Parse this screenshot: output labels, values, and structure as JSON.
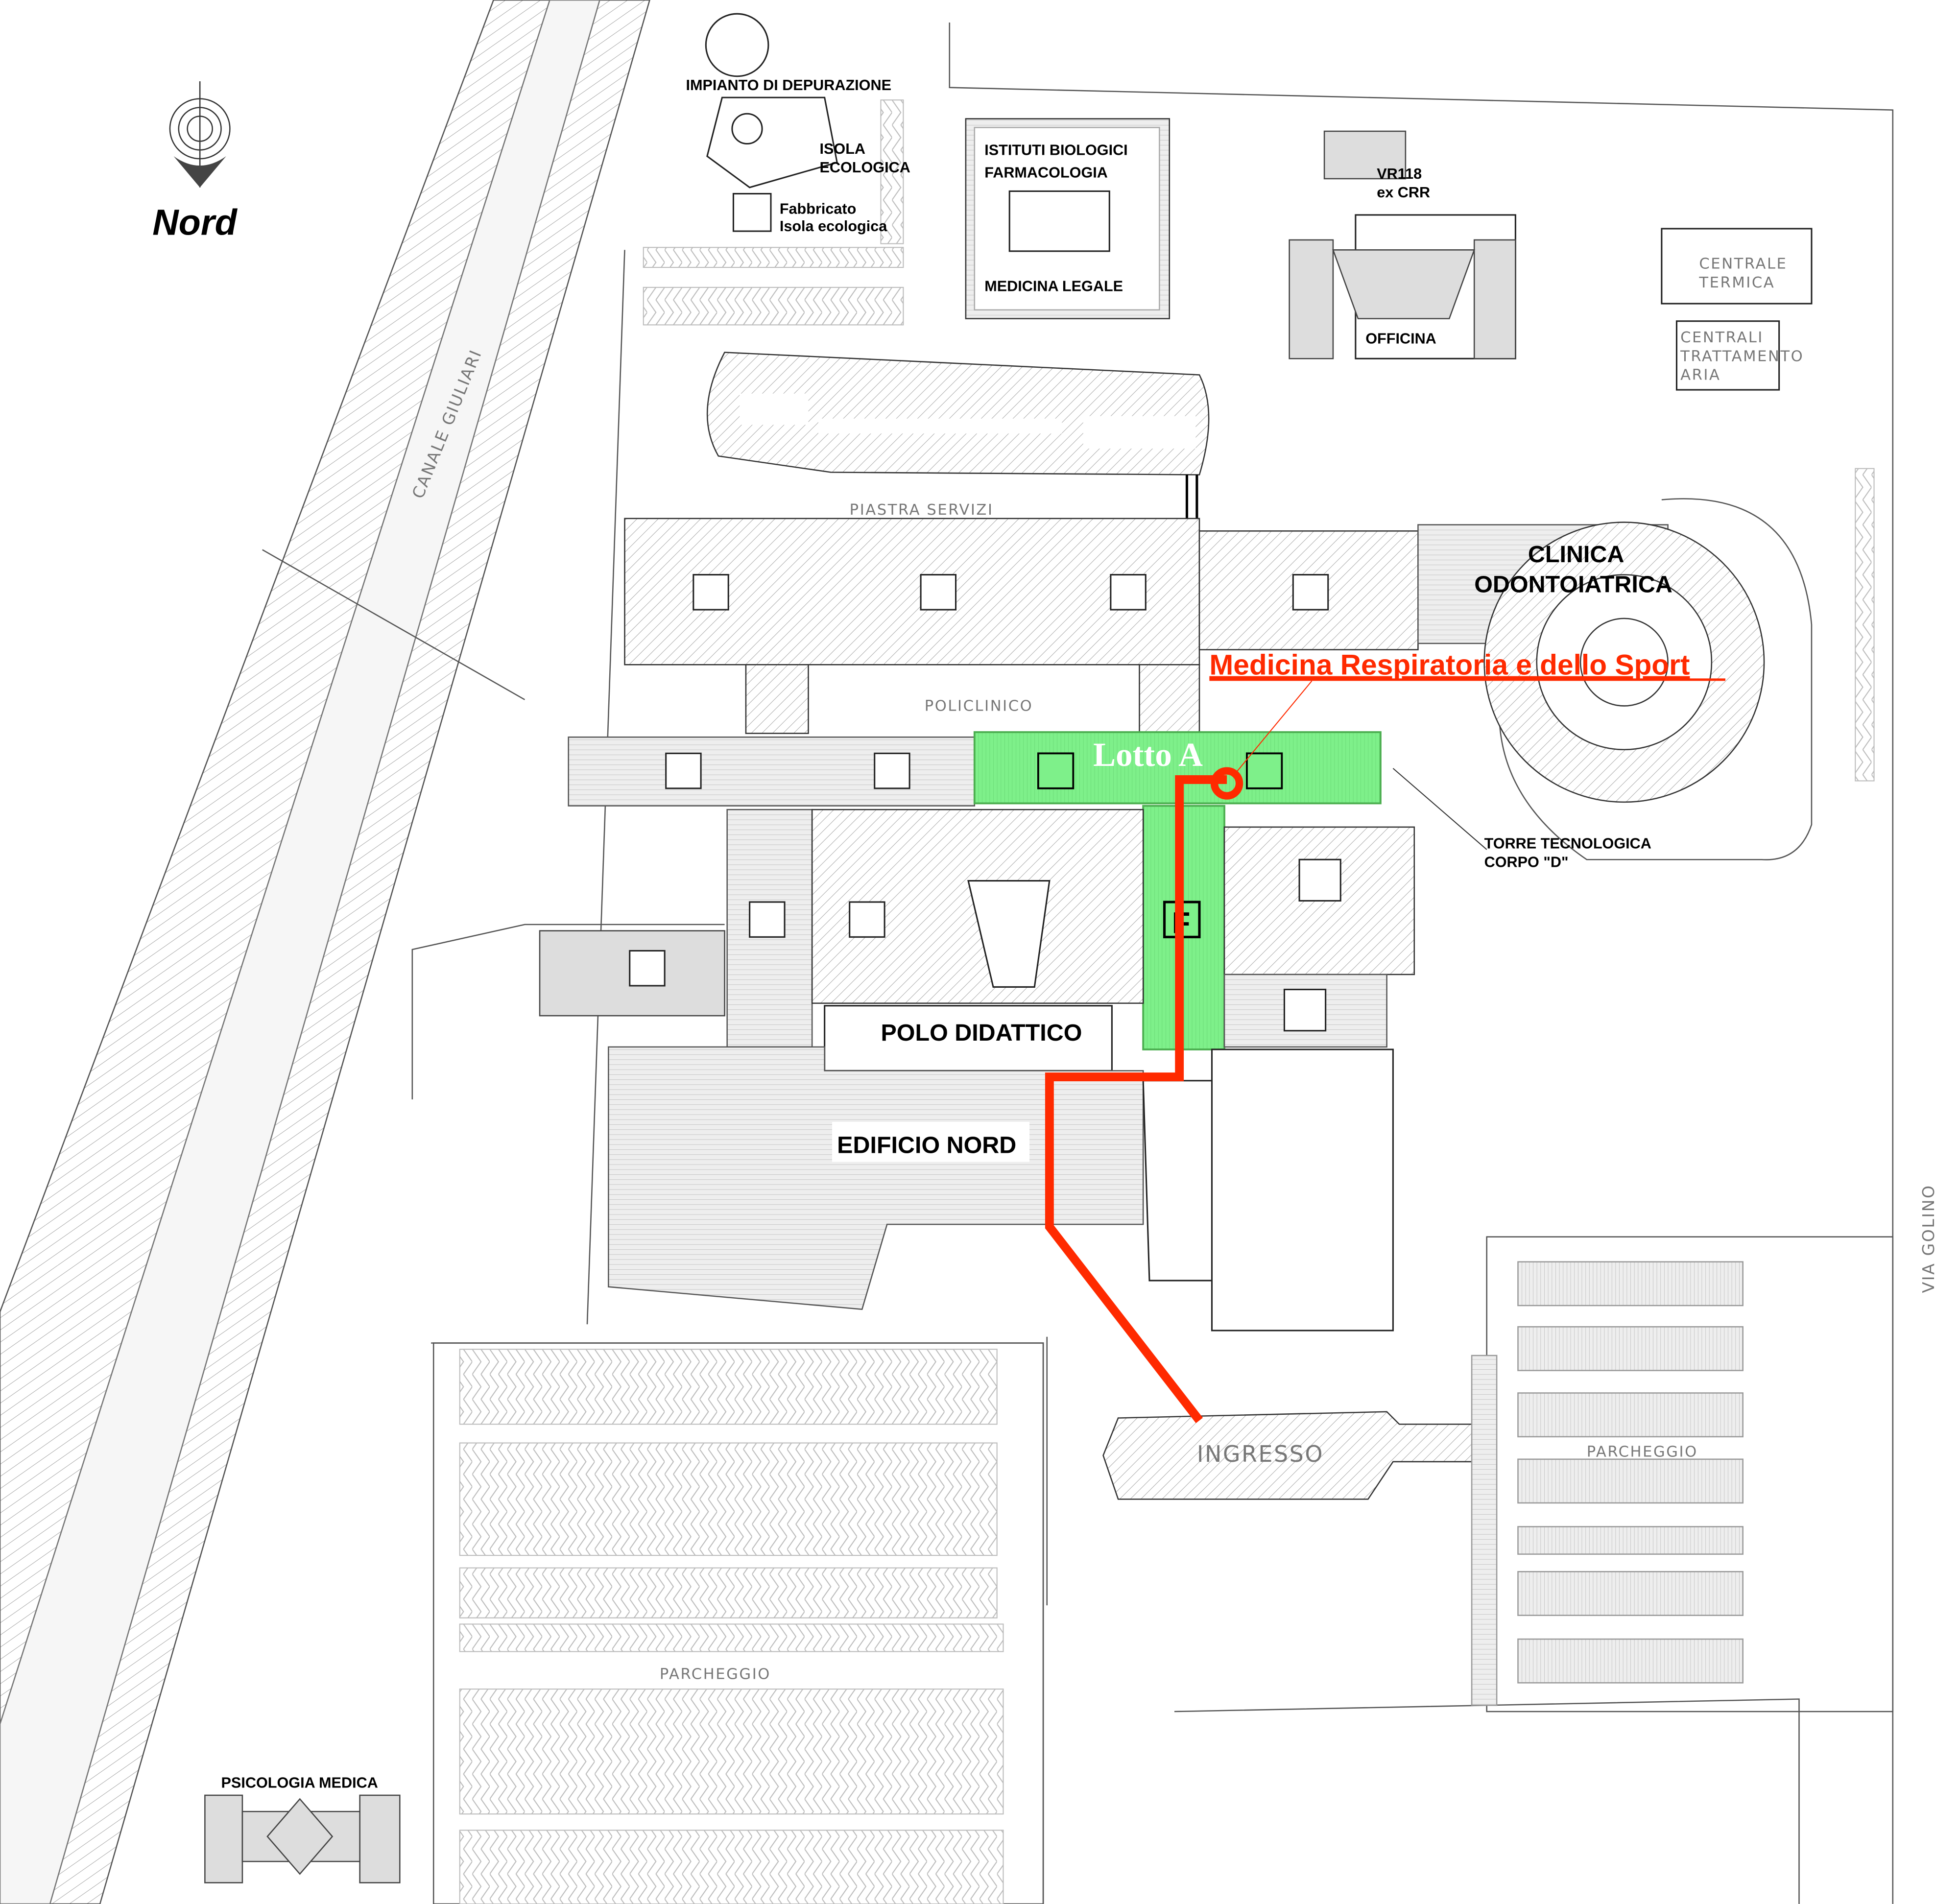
{
  "compass": {
    "label": "Nord"
  },
  "labels": {
    "depurazione": "IMPIANTO DI DEPURAZIONE",
    "isola1": "ISOLA",
    "isola2": "ECOLOGICA",
    "fabbricato1": "Fabbricato",
    "fabbricato2": "Isola ecologica",
    "istituti1": "ISTITUTI BIOLOGICI",
    "istituti2": "FARMACOLOGIA",
    "medicina_legale": "MEDICINA LEGALE",
    "vr118_1": "VR118",
    "vr118_2": "ex CRR",
    "officina": "OFFICINA",
    "centrale1": "CENTRALE",
    "centrale2": "TERMICA",
    "aria1": "CENTRALI",
    "aria2": "TRATTAMENTO",
    "aria3": "ARIA",
    "canale": "CANALE GIULIARI",
    "piastra": "PIASTRA SERVIZI",
    "clinica1": "CLINICA",
    "clinica2": "ODONTOIATRICA",
    "policlinico": "POLICLINICO",
    "torre1": "TORRE TECNOLOGICA",
    "torre2": "CORPO \"D\"",
    "polo": "POLO DIDATTICO",
    "edificio_nord": "EDIFICIO NORD",
    "ingresso": "INGRESSO",
    "parcheggio_est": "PARCHEGGIO",
    "parcheggio_ovest": "PARCHEGGIO",
    "via": "VIA GOLINO",
    "psicologia": "PSICOLOGIA MEDICA"
  },
  "destination": {
    "label": "Medicina Respiratoria e dello Sport",
    "color": "#ff2a00"
  },
  "lotto": {
    "label": "Lotto A",
    "color": "#7ef08a"
  },
  "entrance_marker": {
    "label": "F"
  },
  "route": {
    "color": "#ff2a00"
  }
}
